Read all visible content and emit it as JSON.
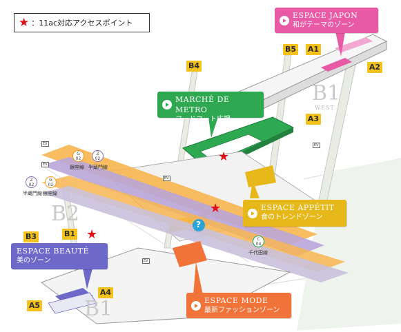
{
  "legend": {
    "star": "★",
    "text": "：11ac対応アクセスポイント"
  },
  "callouts": {
    "japon": {
      "en": "ESPACE JAPON",
      "ja": "和がテーマのゾーン",
      "color": "#e85aa6"
    },
    "metro": {
      "en": "MARCHÉ DE METRO",
      "ja": "フードコート広場",
      "color": "#2fa852"
    },
    "appetit": {
      "en": "ESPACE APPÉTIT",
      "ja": "食のトレンドゾーン",
      "color": "#e7b81a"
    },
    "beaute": {
      "en": "ESPACE BEAUTÉ",
      "ja": "美のゾーン",
      "color": "#6c69c9"
    },
    "mode": {
      "en": "ESPACE MODE",
      "ja": "最新ファッションゾーン",
      "color": "#f0743a"
    }
  },
  "exits": {
    "b5": "B5",
    "a1": "A1",
    "a2": "A2",
    "b4": "B4",
    "a3": "A3",
    "b1": "B1",
    "b3": "B3",
    "a4": "A4",
    "a5": "A5"
  },
  "floors": {
    "b1_east": "B1",
    "west": "WEST",
    "b2": "B2",
    "b1_south": "B1"
  },
  "lines": {
    "ginza_tag": "銀座線",
    "hanzomon_tag": "半蔵門線",
    "hanzomon_tag2": "半蔵門線",
    "ginza_tag2": "銀座線",
    "chiyoda_tag": "千代田線",
    "badge_g02a": [
      "G",
      "02"
    ],
    "badge_z02a": [
      "Z",
      "02"
    ],
    "badge_z02b": [
      "Z",
      "02"
    ],
    "badge_g02b": [
      "G",
      "02"
    ],
    "badge_c04": [
      "C",
      "04"
    ]
  },
  "ev": "EV",
  "info": "?",
  "colors": {
    "star": "#e0101a",
    "exit": "#f4c21d",
    "green_zone": "#2fa852",
    "pink_zone": "#e85aa6",
    "yellow_zone": "#e7b81a",
    "orange_zone": "#f0743a",
    "purple_zone": "#6c69c9",
    "ginza_band": "#f7b550",
    "hanzomon_band": "#b9a6d8",
    "chiyoda_band": "#c9c1dc",
    "info": "#2aa3d8"
  }
}
